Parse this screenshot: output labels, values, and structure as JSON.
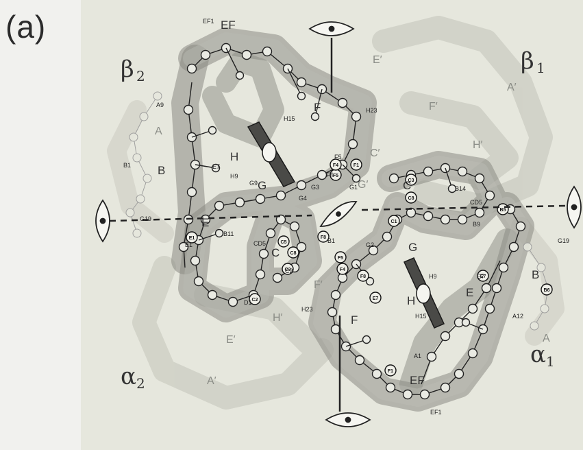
{
  "panel_label": "(a)",
  "chains": {
    "beta2": {
      "greek": "β",
      "sub": "2"
    },
    "beta1": {
      "greek": "β",
      "sub": "1"
    },
    "alpha2": {
      "greek": "α",
      "sub": "2"
    },
    "alpha1": {
      "greek": "α",
      "sub": "1"
    }
  },
  "helices": {
    "ef_top": "EF",
    "f_top": "F",
    "h_top": "H",
    "g_top": "G",
    "b_left": "B",
    "e_left": "E",
    "c_mid": "C",
    "c_right": "C",
    "g_right": "G",
    "e_right": "E",
    "f_right": "F",
    "h_right": "H",
    "b_right": "B",
    "ef_bottom": "EF"
  },
  "ghost_helices": {
    "e_prime_top": "E′",
    "f_prime_top": "F′",
    "h_prime_top": "H′",
    "a_prime_top": "A′",
    "c_prime": "C′",
    "g_prime": "G′",
    "a_left": "A",
    "f_prime_bottom": "F′",
    "h_prime_bottom": "H′",
    "e_prime_bottom": "E′",
    "a_prime_bottom": "A′",
    "a_right": "A"
  },
  "residues": {
    "ef1_top": "EF1",
    "a9": "A9",
    "h15_top": "H15",
    "h23_top": "H23",
    "b1_left": "B1",
    "e7_left": "E7",
    "h9_top": "H9",
    "g9": "G9",
    "f5": "F5",
    "f4": "F4",
    "g1": "G1",
    "g3": "G3",
    "g4": "G4",
    "b14": "B14",
    "cd5_right": "CD5",
    "b9": "B9",
    "g19_left": "G19",
    "e1": "E1",
    "b11": "B11",
    "cd5_left": "CD5",
    "g19_right": "G19",
    "d1": "D1",
    "c2": "C2",
    "b1_mid": "B1",
    "g2": "G2",
    "h9_right": "H9",
    "e7_right": "E7",
    "h15_right": "H15",
    "h23_bottom": "H23",
    "a12": "A12",
    "a1": "A1",
    "ef1_bottom": "EF1"
  },
  "ring_labels": [
    "F1",
    "E1",
    "F4",
    "F5",
    "F8",
    "C5",
    "C8",
    "C3",
    "C2",
    "C8",
    "E7",
    "B6",
    "C3",
    "F4",
    "F5",
    "F8",
    "C1",
    "E7",
    "B5",
    "F1"
  ],
  "icons": [
    "eye-icon-top",
    "eye-icon-bottom",
    "eye-icon-left",
    "eye-icon-right",
    "eye-icon-center"
  ]
}
